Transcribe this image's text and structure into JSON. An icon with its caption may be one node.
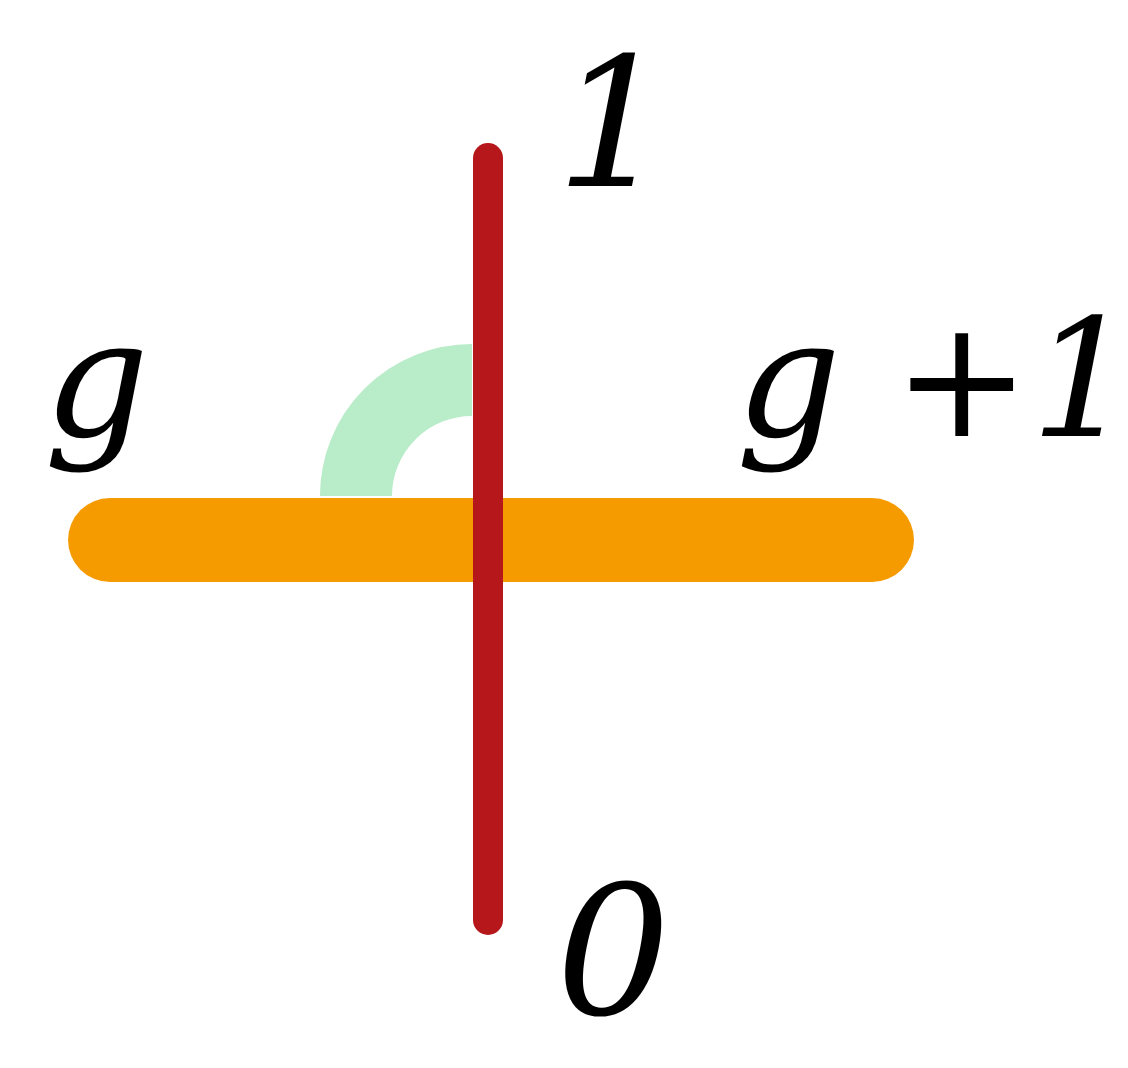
{
  "diagram": {
    "labels": [
      "1",
      "g",
      "g +1",
      "0"
    ]
  }
}
